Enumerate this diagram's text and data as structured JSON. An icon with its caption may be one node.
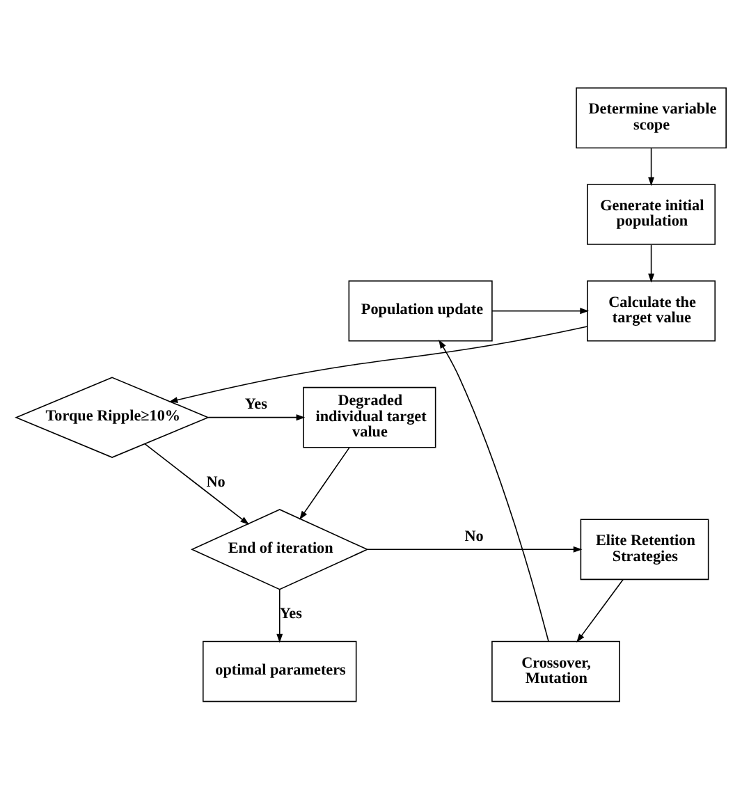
{
  "diagram": {
    "nodes": [
      {
        "text": [
          "Determine variable scope"
        ]
      },
      {
        "text": [
          "Generate initial population"
        ]
      },
      {
        "text": [
          "Calculate the target value"
        ]
      },
      {
        "text": [
          "Population update"
        ]
      },
      {
        "text": [
          "Degraded individual target value"
        ]
      },
      {
        "text": [
          "Torque Ripple≥10%"
        ]
      },
      {
        "text": [
          "Crossover, Mutation"
        ]
      },
      {
        "text": [
          "End of iteration"
        ]
      },
      {
        "text": [
          "Elite Retention Strategies"
        ]
      },
      {
        "text": [
          "optimal parameters"
        ]
      }
    ],
    "edges": [
      {
        "from": 0,
        "to": 1,
        "arrow": "to"
      },
      {
        "from": 1,
        "to": 2,
        "arrow": "to"
      },
      {
        "from": 3,
        "to": 2,
        "arrow": "to"
      },
      {
        "from": 2,
        "to": 5,
        "arrow": "to"
      },
      {
        "from": 5,
        "to": 4,
        "arrow": "to",
        "label": "Yes"
      },
      {
        "from": 5,
        "to": 7,
        "arrow": "to",
        "label": "No"
      },
      {
        "from": 4,
        "to": 7,
        "arrow": "to"
      },
      {
        "from": 7,
        "to": 8,
        "arrow": "to",
        "label": "No"
      },
      {
        "from": 8,
        "to": 6,
        "arrow": "to"
      },
      {
        "from": 6,
        "to": 3,
        "arrow": "to"
      },
      {
        "from": 7,
        "to": 9,
        "arrow": "to",
        "label": "Yes"
      }
    ]
  }
}
